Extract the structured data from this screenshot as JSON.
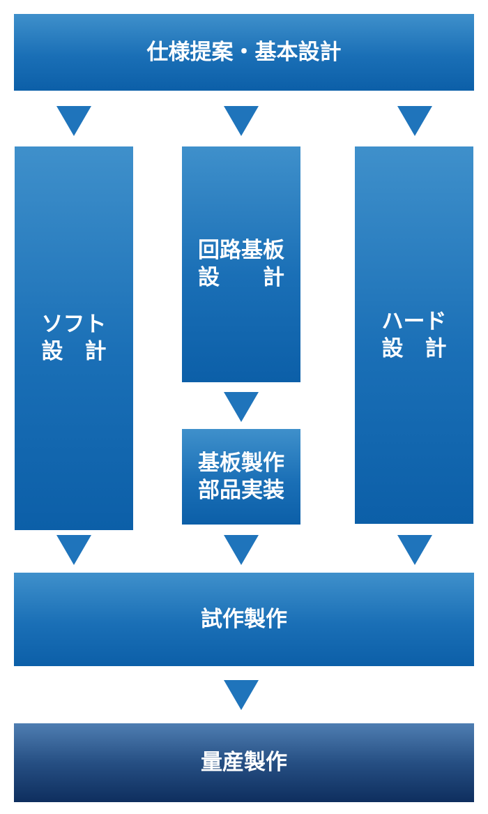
{
  "boxes": {
    "spec": "仕様提案・基本設計",
    "soft_line1": "ソフト",
    "soft_line2": "設　計",
    "circuit_line1": "回路基板",
    "circuit_line2": "設　　計",
    "board_line1": "基板製作",
    "board_line2": "部品実装",
    "hard_line1": "ハード",
    "hard_line2": "設　計",
    "prototype": "試作製作",
    "mass": "量産製作"
  },
  "colors": {
    "box_gradient_top": "#3f90cb",
    "box_gradient_bottom": "#0c5fa8",
    "final_gradient_top": "#4f7eb2",
    "final_gradient_bottom": "#0e2e5e",
    "arrow": "#1f74bb",
    "text": "#ffffff"
  }
}
